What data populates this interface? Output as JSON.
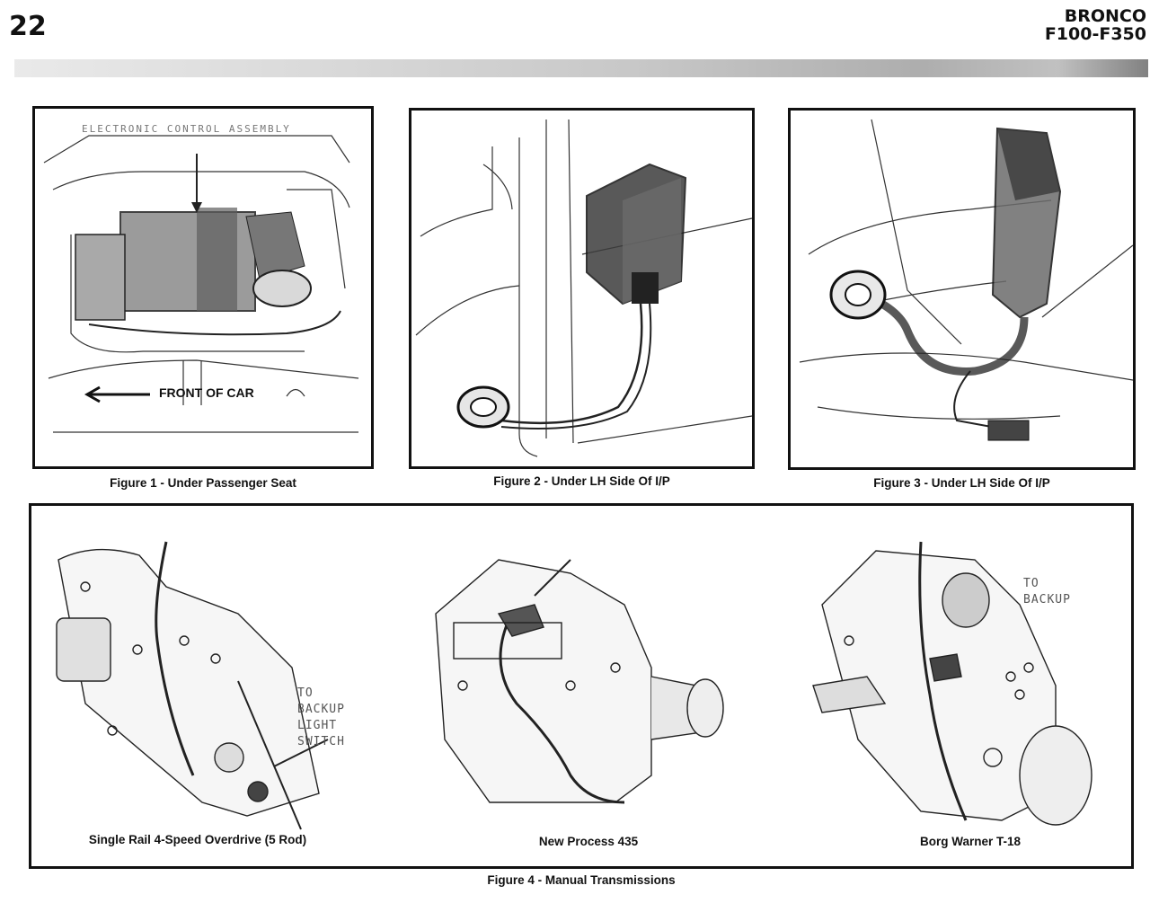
{
  "header": {
    "page_number": "22",
    "model_line1": "BRONCO",
    "model_line2": "F100-F350"
  },
  "figures": {
    "fig1": {
      "caption": "Figure 1 - Under Passenger Seat",
      "assembly_label": "ELECTRONIC CONTROL ASSEMBLY",
      "arrow_label": "FRONT OF CAR"
    },
    "fig2": {
      "caption": "Figure 2 - Under LH Side Of I/P"
    },
    "fig3": {
      "caption": "Figure 3 - Under LH  Side Of I/P"
    },
    "fig4": {
      "caption": "Figure 4 - Manual Transmissions",
      "panels": [
        {
          "caption": "Single Rail 4-Speed Overdrive (5 Rod)",
          "callout": "TO\nBACKUP\nLIGHT\nSWITCH"
        },
        {
          "caption": "New Process 435"
        },
        {
          "caption": "Borg Warner T-18",
          "callout": "TO\nBACKUP"
        }
      ]
    }
  },
  "icons": [
    "left-arrow-icon",
    "module-drawing-icon",
    "transmission-drawing-icon"
  ],
  "colors": {
    "ink": "#111111",
    "paper": "#ffffff",
    "band_dark": "#1a1a1a"
  }
}
